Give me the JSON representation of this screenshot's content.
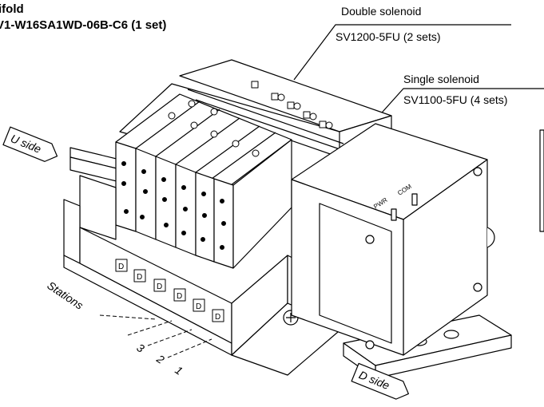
{
  "title": {
    "line1": "ifold",
    "line2": "V1-W16SA1WD-06B-C6 (1 set)"
  },
  "callouts": {
    "double": {
      "label": "Double solenoid",
      "part": "SV1200-5FU (2 sets)"
    },
    "single": {
      "label": "Single solenoid",
      "part": "SV1100-5FU (4 sets)"
    }
  },
  "sides": {
    "u": "U side",
    "d": "D side"
  },
  "stations": {
    "label": "Stations",
    "numbers": [
      "3",
      "2",
      "1"
    ]
  },
  "connector_labels": {
    "pwr": "PWR",
    "com": "COM"
  },
  "station_mark": "D"
}
